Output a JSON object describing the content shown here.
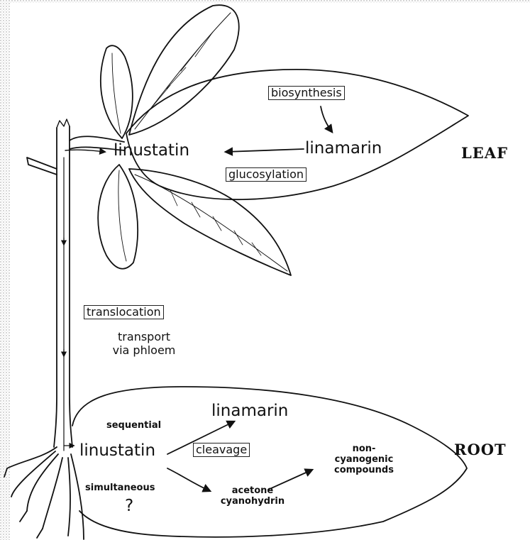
{
  "regions": {
    "leaf": "LEAF",
    "root": "ROOT"
  },
  "leaf": {
    "biosynthesis": "biosynthesis",
    "linamarin": "linamarin",
    "linustatin": "linustatin",
    "glucosylation": "glucosylation"
  },
  "stem": {
    "translocation": "translocation",
    "transport_line1": "transport",
    "transport_line2": "via phloem"
  },
  "root": {
    "sequential": "sequential",
    "linamarin": "linamarin",
    "linustatin": "linustatin",
    "cleavage": "cleavage",
    "non_line1": "non-",
    "non_line2": "cyanogenic",
    "non_line3": "compounds",
    "simultaneous": "simultaneous",
    "question": "?",
    "acetone_line1": "acetone",
    "acetone_line2": "cyanohydrin"
  }
}
